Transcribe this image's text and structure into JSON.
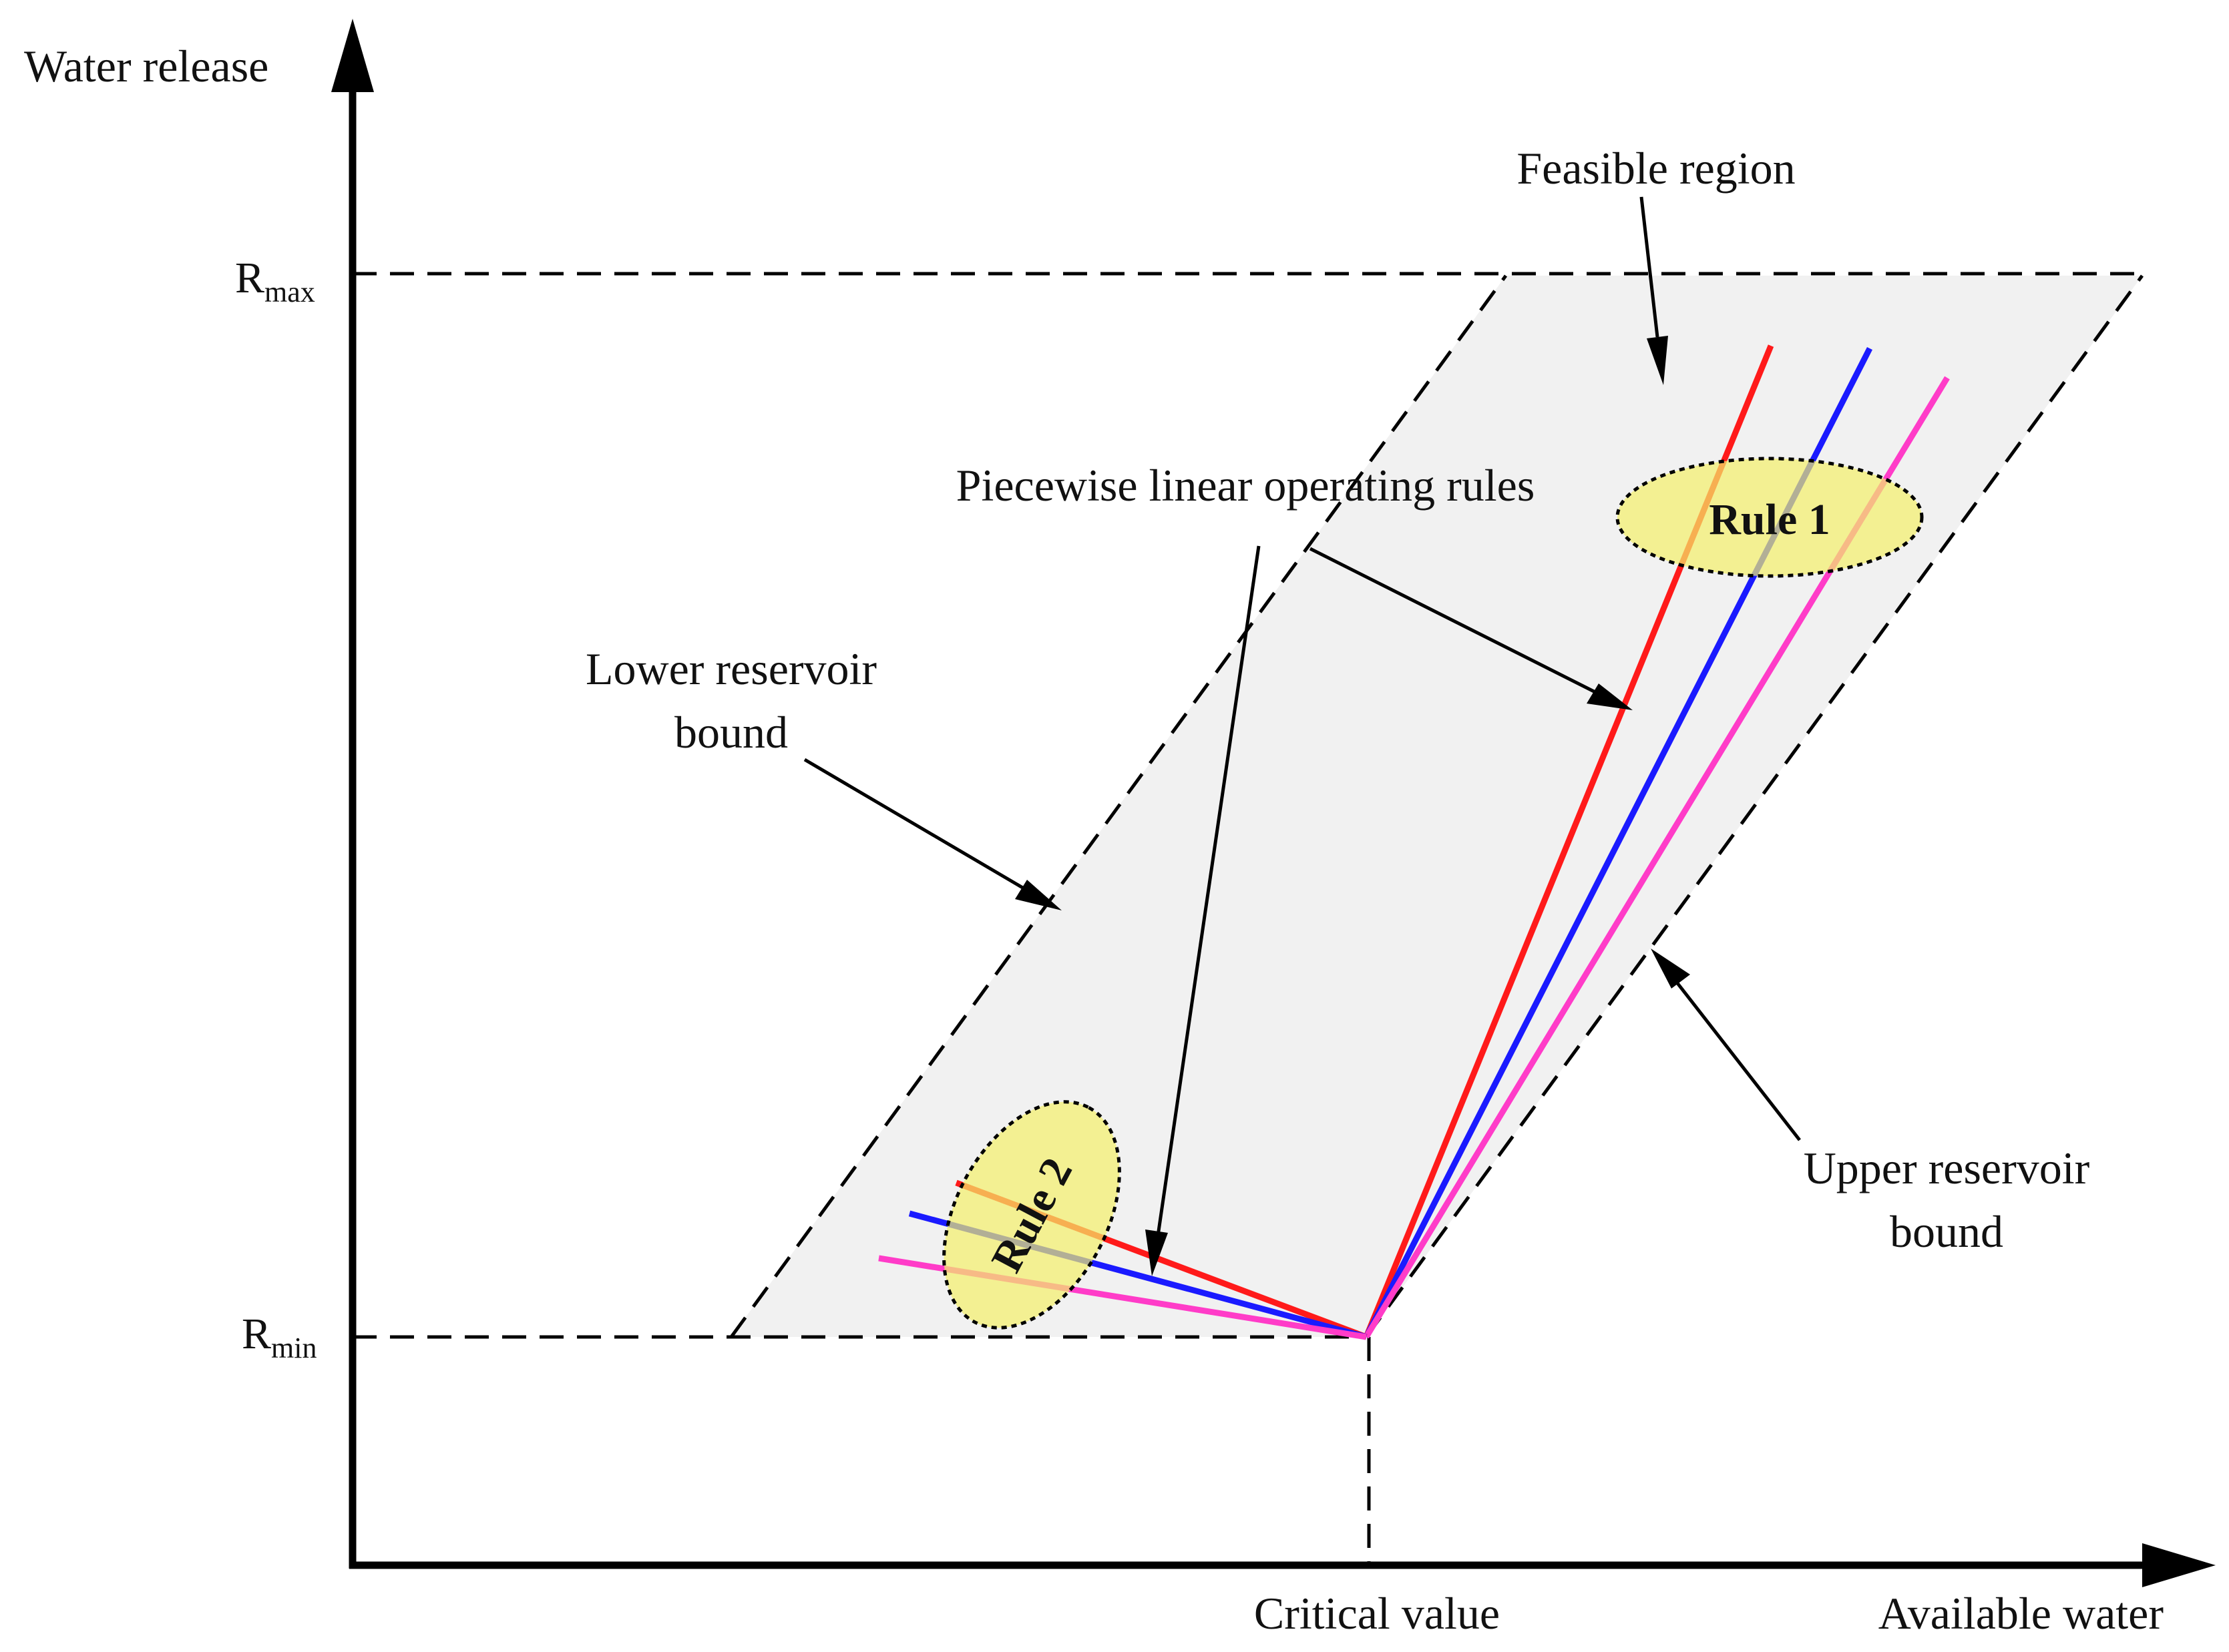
{
  "axes": {
    "y_title": "Water release",
    "x_title": "Available water",
    "x_marker": "Critical value",
    "y_max_main": "R",
    "y_max_sub": "max",
    "y_min_main": "R",
    "y_min_sub": "min"
  },
  "annotations": {
    "feasible_region": "Feasible region",
    "piecewise_rules": "Piecewise linear operating rules",
    "lower_bound_line1": "Lower reservoir",
    "lower_bound_line2": "bound",
    "upper_bound_line1": "Upper reservoir",
    "upper_bound_line2": "bound",
    "rule1": "Rule 1",
    "rule2": "Rule 2"
  },
  "colors": {
    "region_fill": "#f1f1f1",
    "rule_red": "#ff1a1a",
    "rule_blue": "#1a1aff",
    "rule_pink": "#ff3cc8",
    "ellipse_fill": "#f4f06a",
    "axis": "#000000"
  }
}
